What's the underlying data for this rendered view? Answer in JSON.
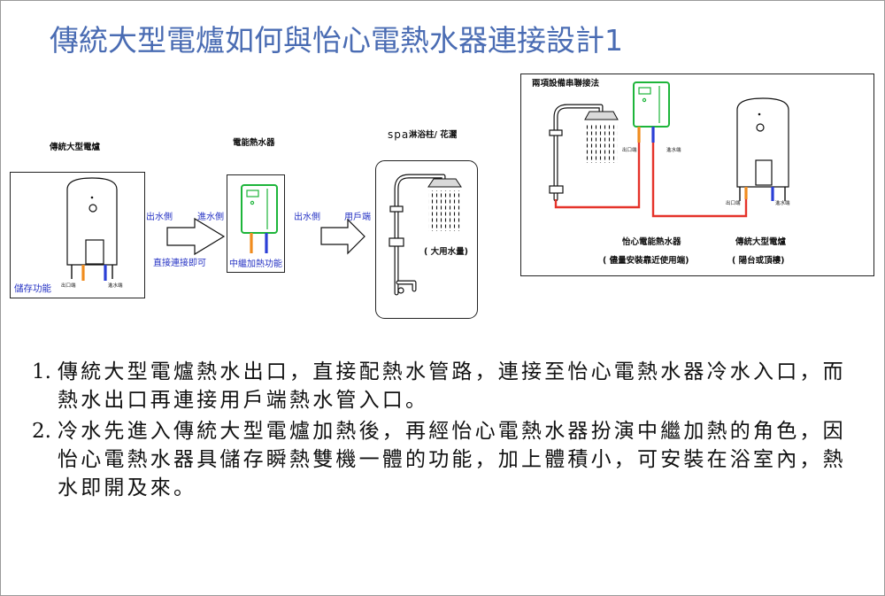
{
  "title": "傳統大型電爐如何與怡心電熱水器連接設計1",
  "colors": {
    "title": "#4a6cb3",
    "label_blue": "#2633c4",
    "hot_pipe": "#e5332a",
    "outlet_pipe": "#f08c1e",
    "inlet_pipe": "#2b3fd6",
    "heater_green": "#1db53a"
  },
  "left_diagram": {
    "tank_label": "傳統大型電爐",
    "tank_outlet_tag": "出口端",
    "tank_inlet_tag": "進水端",
    "storage_label": "儲存功能",
    "outlet_side_1": "出水側",
    "inlet_side": "進水側",
    "direct_connect": "直接連接即可",
    "heater_label": "電能熱水器",
    "relay_label": "中繼加熱功能",
    "outlet_side_2": "出水側",
    "user_end": "用戶端",
    "shower_label_spa": "spa",
    "shower_label": "淋浴柱/ 花灑",
    "usage_note": "( 大用水量)"
  },
  "right_diagram": {
    "title": "兩項設備串聯接法",
    "heater_outlet_tag": "出口端",
    "heater_inlet_tag": "進水端",
    "tank_outlet_tag": "出口端",
    "tank_inlet_tag": "進水端",
    "heater_name": "怡心電能熱水器",
    "heater_note": "( 儘量安裝靠近使用端)",
    "tank_name": "傳統大型電爐",
    "tank_note": "( 陽台或頂樓)"
  },
  "notes": [
    {
      "number": "1.",
      "lines": [
        "傳統大型電爐熱水出口，直接配熱水管路，連接至怡心電熱水器冷水入口，而",
        "熱水出口再連接用戶端熱水管入口。"
      ]
    },
    {
      "number": "2.",
      "lines": [
        "冷水先進入傳統大型電爐加熱後，再經怡心電熱水器扮演中繼加熱的角色，因",
        "怡心電熱水器具儲存瞬熱雙機一體的功能，加上體積小，可安裝在浴室內，熱",
        "水即開及來。"
      ]
    }
  ]
}
